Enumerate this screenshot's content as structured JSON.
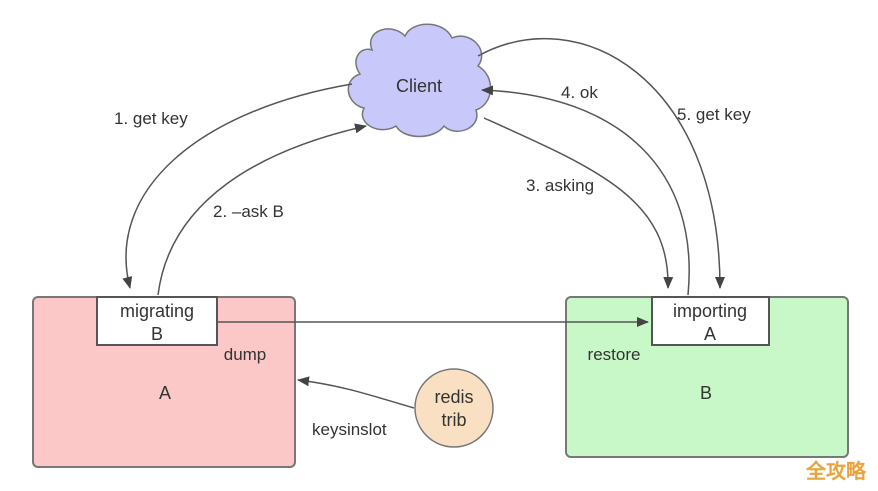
{
  "client": {
    "label": "Client",
    "color": "#c8c8fa"
  },
  "node_a": {
    "name": "A",
    "color": "#fcc7c7",
    "slot_state": {
      "line1": "migrating",
      "line2": "B"
    },
    "action": "dump"
  },
  "node_b": {
    "name": "B",
    "color": "#c8f8c8",
    "slot_state": {
      "line1": "importing",
      "line2": "A"
    },
    "action": "restore"
  },
  "redis_trib": {
    "line1": "redis",
    "line2": "trib",
    "color": "#fae0c3"
  },
  "edges": {
    "step1": "1. get key",
    "step2": "2. –ask B",
    "step3": "3. asking",
    "step4": "4. ok",
    "step5": "5. get key",
    "keysinslot": "keysinslot"
  },
  "watermark": "全攻略"
}
